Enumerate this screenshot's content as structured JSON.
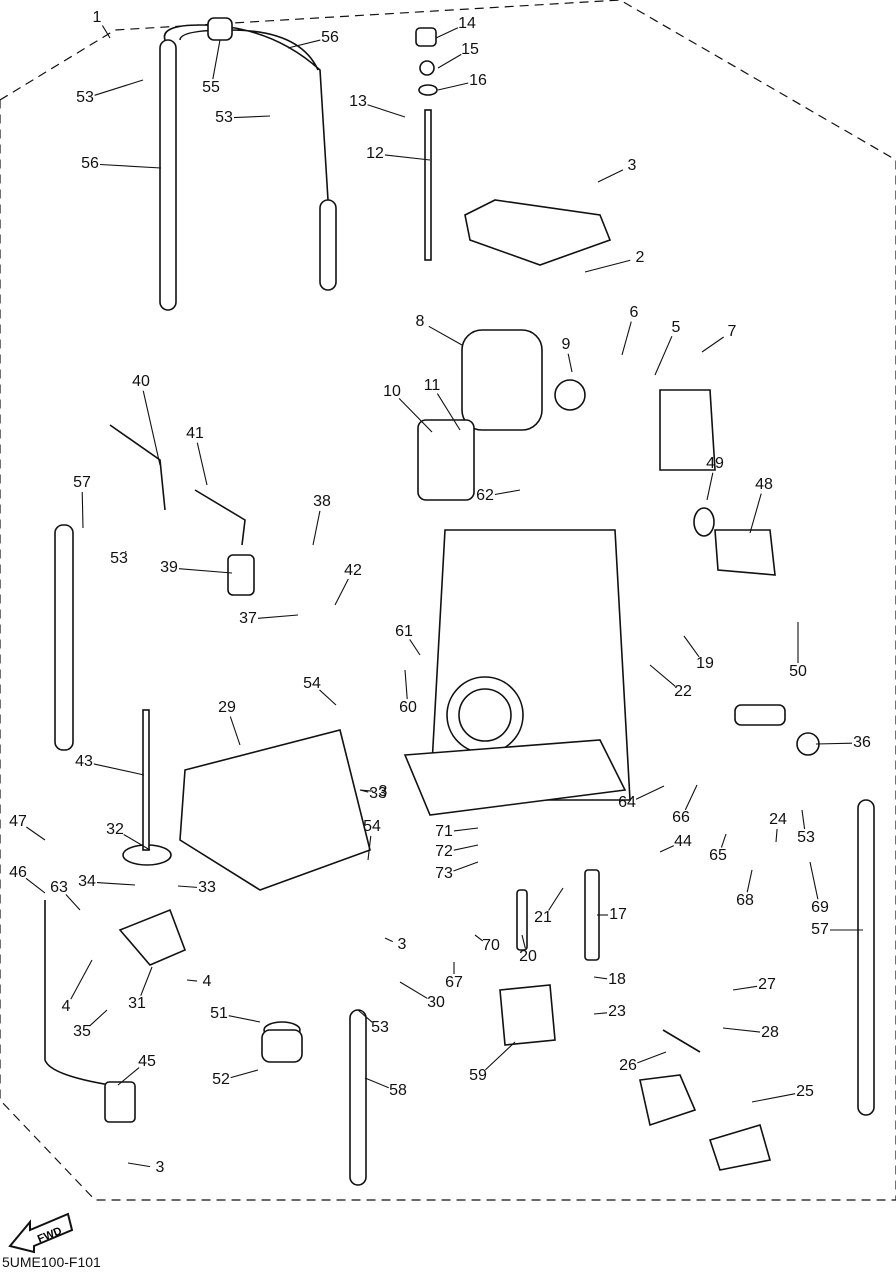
{
  "diagram": {
    "reference_code": "5UME100-F101",
    "direction_badge": "FWD",
    "callouts": [
      "1",
      "2",
      "3",
      "3",
      "3",
      "3",
      "4",
      "4",
      "5",
      "6",
      "7",
      "8",
      "9",
      "10",
      "11",
      "12",
      "13",
      "14",
      "15",
      "16",
      "17",
      "18",
      "19",
      "20",
      "21",
      "22",
      "23",
      "24",
      "25",
      "26",
      "27",
      "28",
      "29",
      "30",
      "31",
      "32",
      "33",
      "33",
      "34",
      "35",
      "36",
      "37",
      "38",
      "39",
      "40",
      "41",
      "42",
      "43",
      "44",
      "45",
      "46",
      "47",
      "48",
      "49",
      "50",
      "51",
      "52",
      "53",
      "53",
      "53",
      "53",
      "53",
      "54",
      "54",
      "55",
      "56",
      "56",
      "57",
      "57",
      "58",
      "59",
      "60",
      "61",
      "62",
      "63",
      "64",
      "65",
      "66",
      "67",
      "68",
      "69",
      "70",
      "71",
      "72",
      "73"
    ]
  }
}
